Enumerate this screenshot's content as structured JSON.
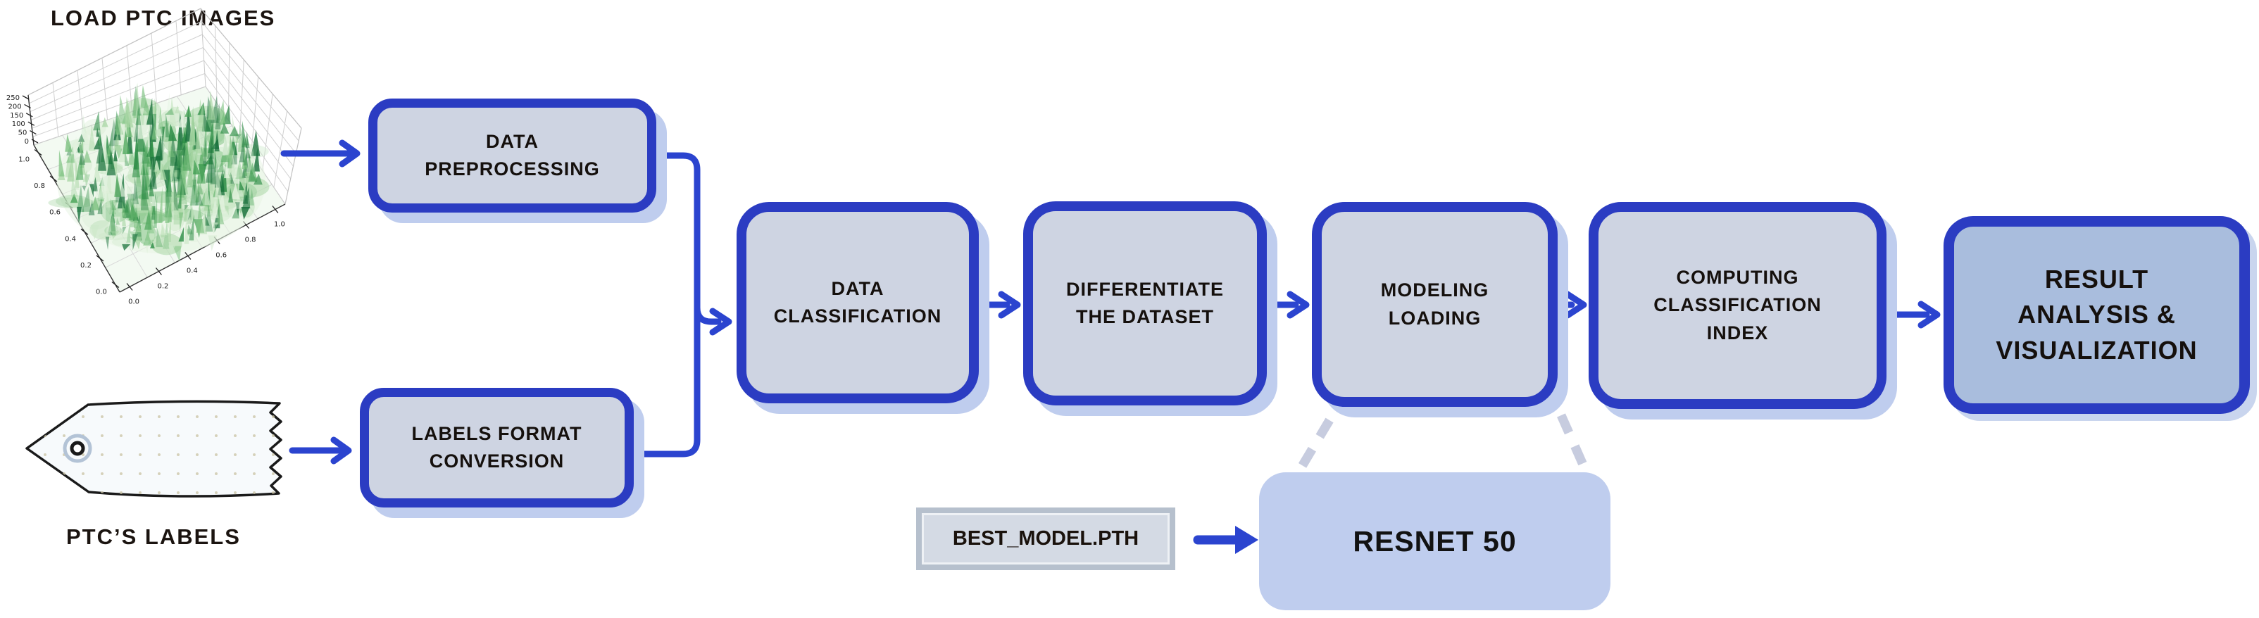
{
  "colors": {
    "accent_blue": "#2b3cc2",
    "arrow_blue": "#2b44cf",
    "box_fill": "#ced4e2",
    "box_shadow": "#bfcdee",
    "result_box_fill": "#a9bddd",
    "resnet_box_fill": "#bfcdee",
    "file_box_fill": "#d4dae4",
    "dashed_line": "#c7ccdf",
    "text_dark": "#15100d",
    "point_cloud_green": "#2b8c44"
  },
  "inputs": {
    "images_title": "LOAD PTC IMAGES",
    "labels_title": "PTC’S LABELS"
  },
  "plot": {
    "z_ticks": [
      "250",
      "200",
      "150",
      "100",
      "50",
      "0"
    ],
    "left_axis_ticks": [
      "1.0",
      "0.8",
      "0.6",
      "0.4",
      "0.2",
      "0.0"
    ],
    "right_axis_ticks": [
      "0.0",
      "0.2",
      "0.4",
      "0.6",
      "0.8",
      "1.0"
    ]
  },
  "steps": {
    "data_preprocessing": "DATA\nPREPROCESSING",
    "labels_format_conversion": "LABELS FORMAT\nCONVERSION",
    "data_classification": "DATA\nCLASSIFICATION",
    "differentiate_the_dataset": "DIFFERENTIATE\nTHE DATASET",
    "modeling_loading": "MODELING\nLOADING",
    "computing_classification_index": "COMPUTING\nCLASSIFICATION\nINDEX",
    "result_analysis_visualization": "RESULT\nANALYSIS &\nVISUALIZATION"
  },
  "model": {
    "file_label": "BEST_MODEL.PTH",
    "network_label": "RESNET 50"
  }
}
